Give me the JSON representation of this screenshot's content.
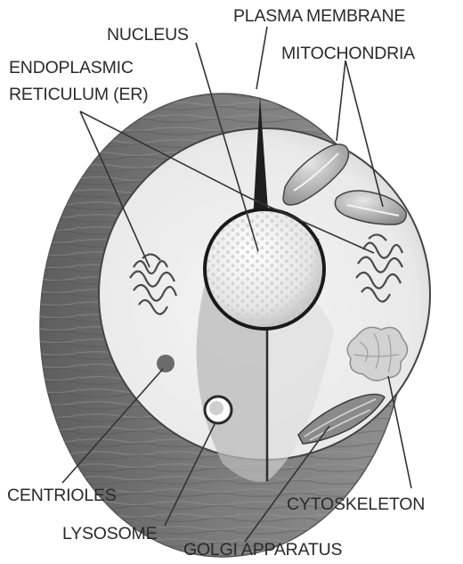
{
  "diagram": {
    "labels": {
      "nucleus": "NUCLEUS",
      "plasma_membrane": "PLASMA MEMBRANE",
      "mitochondria": "MITOCHONDRIA",
      "er_line1": "ENDOPLASMIC",
      "er_line2": "RETICULUM (ER)",
      "centrioles": "CENTRIOLES",
      "cytoskeleton": "CYTOSKELETON",
      "lysosome": "LYSOSOME",
      "golgi": "GOLGI APPARATUS"
    }
  }
}
